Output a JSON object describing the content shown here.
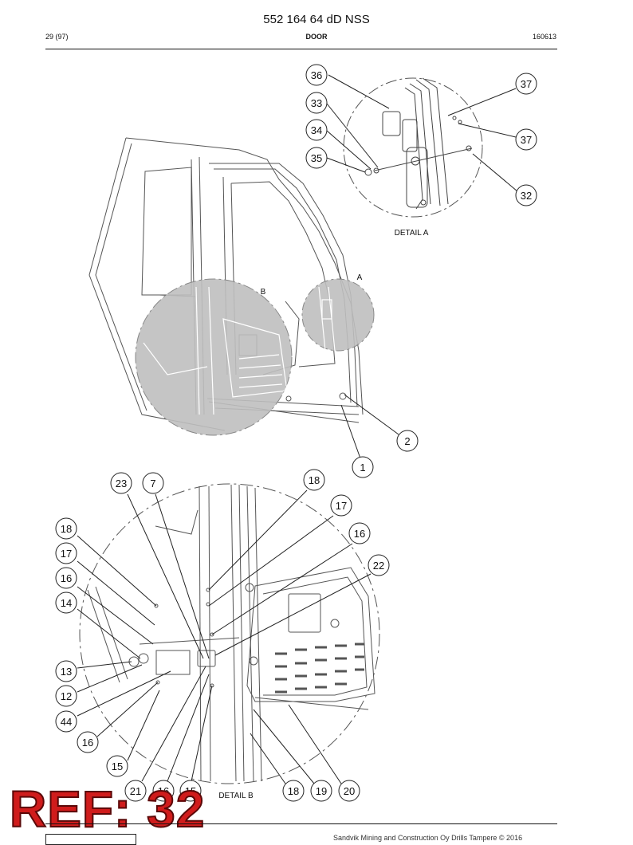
{
  "header": {
    "doc_number": "552 164 64 dD NSS",
    "page": "29 (97)",
    "section": "DOOR",
    "date_code": "160613"
  },
  "detail_a": {
    "label": "DETAIL A",
    "marker": "A",
    "callouts": [
      "36",
      "33",
      "34",
      "35",
      "37",
      "37",
      "32"
    ]
  },
  "overview": {
    "marker_b": "B",
    "callouts": [
      "2",
      "1"
    ]
  },
  "detail_b": {
    "label": "DETAIL B",
    "callouts": [
      "23",
      "7",
      "18",
      "17",
      "16",
      "22",
      "18",
      "17",
      "16",
      "14",
      "13",
      "12",
      "44",
      "16",
      "15",
      "21",
      "16",
      "15",
      "18",
      "19",
      "20"
    ]
  },
  "ref_stamp": "REF: 32",
  "footer": {
    "text": "Sandvik Mining and Construction Oy Drills Tampere © 2016"
  }
}
